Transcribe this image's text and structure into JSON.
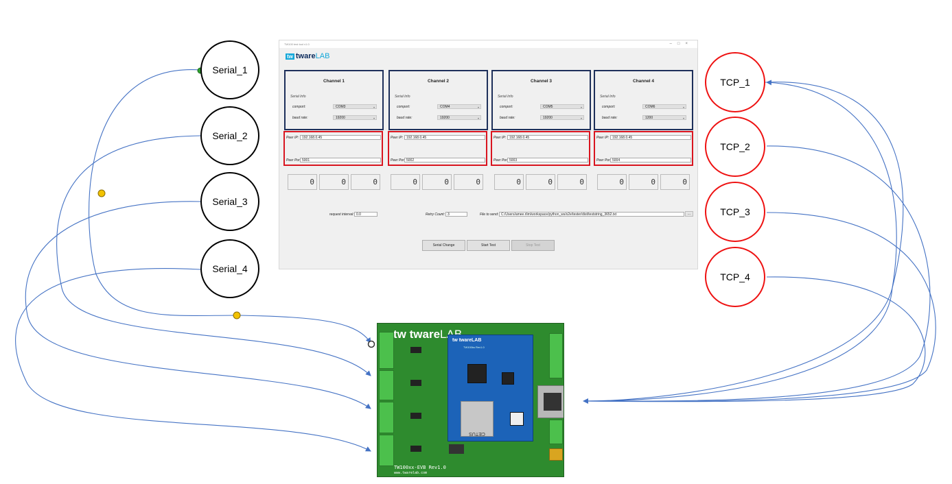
{
  "serial_nodes": [
    {
      "label": "Serial_1"
    },
    {
      "label": "Serial_2"
    },
    {
      "label": "Serial_3"
    },
    {
      "label": "Serial_4"
    }
  ],
  "tcp_nodes": [
    {
      "label": "TCP_1"
    },
    {
      "label": "TCP_2"
    },
    {
      "label": "TCP_3"
    },
    {
      "label": "TCP_4"
    }
  ],
  "app": {
    "window_title": "TW100 test tool v1.0",
    "brand": {
      "mark": "tw",
      "name": "tware",
      "suffix": "LAB"
    },
    "channels": [
      {
        "title": "Channel 1",
        "serial_info_label": "Serial Info",
        "comport_label": "comport:",
        "comport": "COM3",
        "baud_label": "baud rate:",
        "baud": "19200",
        "peer_ip_label": "Peer IP:",
        "peer_ip": "192.168.0.45",
        "peer_port_label": "Peer Port:",
        "peer_port": "5001",
        "counters": [
          "0",
          "0",
          "0"
        ]
      },
      {
        "title": "Channel 2",
        "serial_info_label": "Serial Info",
        "comport_label": "comport:",
        "comport": "COM4",
        "baud_label": "baud rate:",
        "baud": "19200",
        "peer_ip_label": "Peer IP:",
        "peer_ip": "192.168.0.45",
        "peer_port_label": "Peer Port:",
        "peer_port": "5002",
        "counters": [
          "0",
          "0",
          "0"
        ]
      },
      {
        "title": "Channel 3",
        "serial_info_label": "Serial Info",
        "comport_label": "comport:",
        "comport": "COM5",
        "baud_label": "baud rate:",
        "baud": "19200",
        "peer_ip_label": "Peer IP:",
        "peer_ip": "192.168.0.45",
        "peer_port_label": "Peer Port:",
        "peer_port": "5003",
        "counters": [
          "0",
          "0",
          "0"
        ]
      },
      {
        "title": "Channel 4",
        "serial_info_label": "Serial Info",
        "comport_label": "comport:",
        "comport": "COM6",
        "baud_label": "baud rate:",
        "baud": "1200",
        "peer_ip_label": "Peer IP:",
        "peer_ip": "192.168.0.45",
        "peer_port_label": "Peer Port:",
        "peer_port": "5004",
        "counters": [
          "0",
          "0",
          "0"
        ]
      }
    ],
    "settings": {
      "interval_label": "request interval:",
      "interval": "0.0",
      "retry_label": "Retry Count:",
      "retry": "3",
      "file_label": "File to send:",
      "file_path": "C:/Users/amee.rlim/workspace/python_ws/s2e/tester/dist/teststring_3652.txt",
      "browse_label": "..."
    },
    "buttons": {
      "serial_change": "Serial Change",
      "start": "Start Test",
      "stop": "Stop Test"
    }
  },
  "board": {
    "brand": {
      "mark": "tw",
      "name": "tware",
      "suffix": "LAB"
    },
    "module_brand": "tw twareLAB",
    "module_ver": "TW100ks Rev1.0",
    "chip_text": "CETUS",
    "version_text": "TW100xx-EVB Rev1.0",
    "url_text": "www.twarelab.com"
  },
  "colors": {
    "serial_stroke": "#000000",
    "tcp_stroke": "#e11111",
    "wire": "#4472c4",
    "channel_frame": "#1d2f5a",
    "peer_frame": "#d9141f"
  }
}
